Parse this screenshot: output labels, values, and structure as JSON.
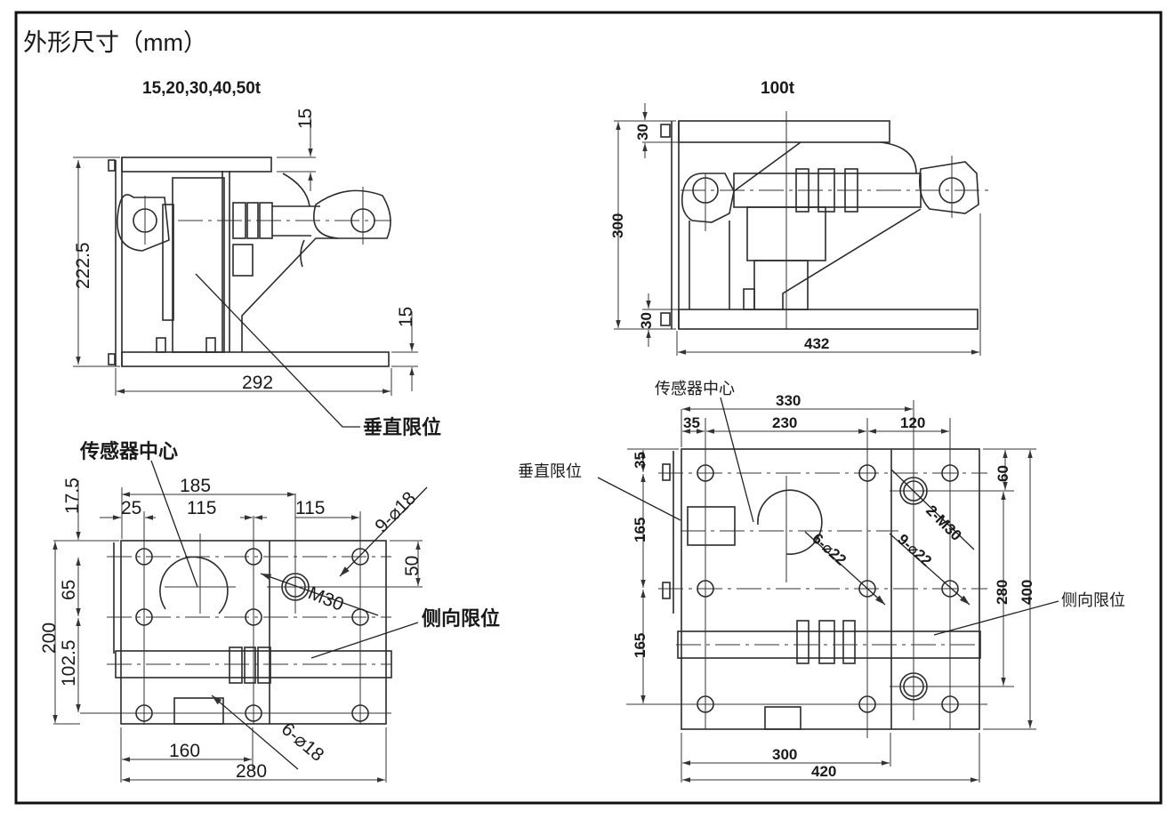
{
  "title": "外形尺寸（mm）",
  "views": {
    "small": {
      "heading": "15,20,30,40,50t",
      "side": {
        "dims": {
          "top_gap": "15",
          "height": "222.5",
          "bottom_gap": "15",
          "width": "292"
        },
        "callout": "垂直限位"
      },
      "plan": {
        "callout_center": "传感器中心",
        "callout_lateral": "侧向限位",
        "dims": {
          "top_offset": "17.5",
          "overall_holes": "185",
          "left_edge": "25",
          "hole_pitch_1": "115",
          "hole_pitch_2": "115",
          "holes_top": "9-⌀18",
          "right_50": "50",
          "thread": "M30",
          "left_65": "65",
          "height_200": "200",
          "left_102": "102.5",
          "holes_bottom": "6-⌀18",
          "bottom_160": "160",
          "bottom_280": "280"
        }
      }
    },
    "large": {
      "heading": "100t",
      "side": {
        "dims": {
          "top_30": "30",
          "height": "300",
          "bottom_30": "30",
          "width": "432"
        }
      },
      "plan": {
        "callout_center": "传感器中心",
        "callout_vertical": "垂直限位",
        "callout_lateral": "侧向限位",
        "dims": {
          "overall_330": "330",
          "left_35": "35",
          "mid_230": "230",
          "right_120": "120",
          "top_35": "35",
          "left_165a": "165",
          "left_165b": "165",
          "right_60": "60",
          "thread": "2-M30",
          "holes_a": "6-⌀22",
          "holes_b": "9-⌀22",
          "right_280": "280",
          "right_400": "400",
          "bottom_300": "300",
          "bottom_420": "420"
        }
      }
    }
  }
}
